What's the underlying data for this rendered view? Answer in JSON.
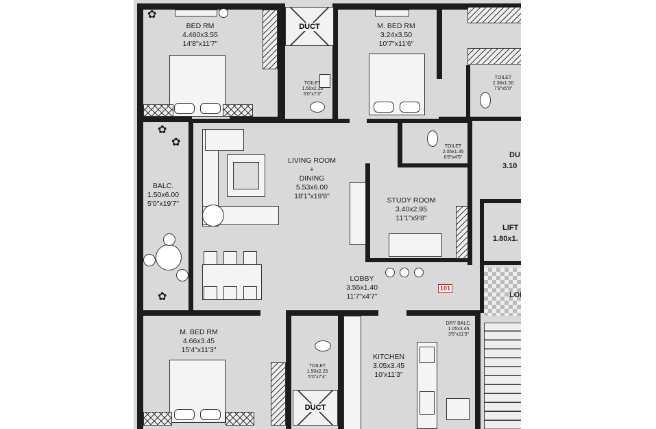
{
  "rooms": {
    "bed_rm": {
      "name": "BED RM",
      "size": "4.460x3.55",
      "imperial": "14'8\"x11'7\""
    },
    "m_bed_top": {
      "name": "M. BED RM",
      "size": "3.24x3.50",
      "imperial": "10'7\"x11'6\""
    },
    "living": {
      "name": "LIVING ROOM",
      "plus": "+",
      "name2": "DINING",
      "size": "5.53x6.00",
      "imperial": "18'1\"x19'8\""
    },
    "balc": {
      "name": "BALC.",
      "size": "1.50x6.00",
      "imperial": "5'0\"x19'7\""
    },
    "study": {
      "name": "STUDY ROOM",
      "size": "3.40x2.95",
      "imperial": "11'1\"x9'8\""
    },
    "lobby": {
      "name": "LOBBY",
      "size": "3.55x1.40",
      "imperial": "11'7\"x4'7\""
    },
    "m_bed_bottom": {
      "name": "M. BED RM",
      "size": "4.66x3.45",
      "imperial": "15'4\"x11'3\""
    },
    "kitchen": {
      "name": "KITCHEN",
      "size": "3.05x3.45",
      "imperial": "10'x11'3\""
    },
    "toilet_top_mid": {
      "name": "TOILET",
      "size": "1.50x2.20",
      "imperial": "5'0\"x7'3\""
    },
    "toilet_top_right": {
      "name": "TOILET",
      "size": "2.38x1.50",
      "imperial": "7'9\"x5'0\""
    },
    "toilet_mid": {
      "name": "TOILET",
      "size": "2.05x1.35",
      "imperial": "6'8\"x4'5\""
    },
    "toilet_bottom": {
      "name": "TOILET",
      "size": "1.50x2.25",
      "imperial": "5'0\"x7'4\""
    },
    "dry_balc": {
      "name": "DRY BALC.",
      "size": "1.05x3.45",
      "imperial": "3'5\"x11'3\""
    },
    "duct_top": {
      "name": "DUCT"
    },
    "duct_bottom": {
      "name": "DUCT"
    },
    "du_cut": {
      "name": "DU",
      "size": "3.10"
    },
    "lift": {
      "name": "LIFT",
      "size": "1.80x1."
    },
    "lob_cut": {
      "name": "LOB"
    }
  },
  "unit_number": "101"
}
